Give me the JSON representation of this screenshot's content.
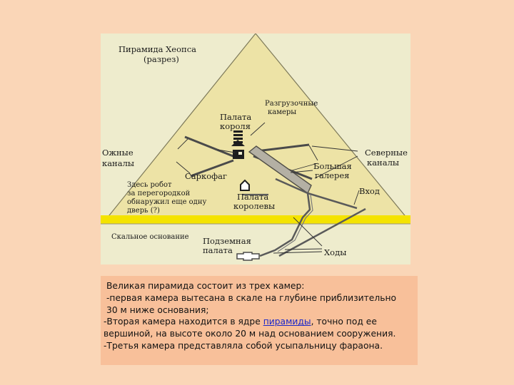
{
  "diagram": {
    "title": "Пирамида Хеопса",
    "subtitle": "(разрез)",
    "labels": {
      "unloading_chambers_1": "Разгрузочные",
      "unloading_chambers_2": "камеры",
      "kings_chamber_1": "Палата",
      "kings_chamber_2": "короля",
      "south_shafts_1": "Ожные",
      "south_shafts_2": "каналы",
      "north_shafts_1": "Северные",
      "north_shafts_2": "каналы",
      "sarcophagus": "Саркофаг",
      "grand_gallery_1": "Большая",
      "grand_gallery_2": "галерея",
      "robot_1": "Здесь робот",
      "robot_2": "за перегородкой",
      "robot_3": "обнаружил еще одну",
      "robot_4": "дверь (?)",
      "queens_chamber_1": "Палата",
      "queens_chamber_2": "королевы",
      "entrance": "Вход",
      "bedrock": "Скальное основание",
      "subterranean_1": "Подземная",
      "subterranean_2": "палата",
      "passages": "Ходы"
    }
  },
  "caption": {
    "line1": "Великая пирамида состоит из трех камер:",
    "line2": "-первая камера вытесана в скале на глубине приблизительно 30 м ниже основания;",
    "line3_before": "-Вторая камера находится в ядре ",
    "line3_link": "пирамиды",
    "line3_after": ", точно под ее вершиной, на высоте около 20 м над основанием сооружения.",
    "line4": "-Третья камера представляла собой усыпальницу фараона."
  },
  "colors": {
    "page_background": "#fad6b7",
    "diagram_background": "#eeeccd",
    "pyramid_fill": "#ede3a6",
    "bedrock_layer": "#f4e300",
    "caption_background": "#f8c09a",
    "link": "#1a27c9"
  }
}
